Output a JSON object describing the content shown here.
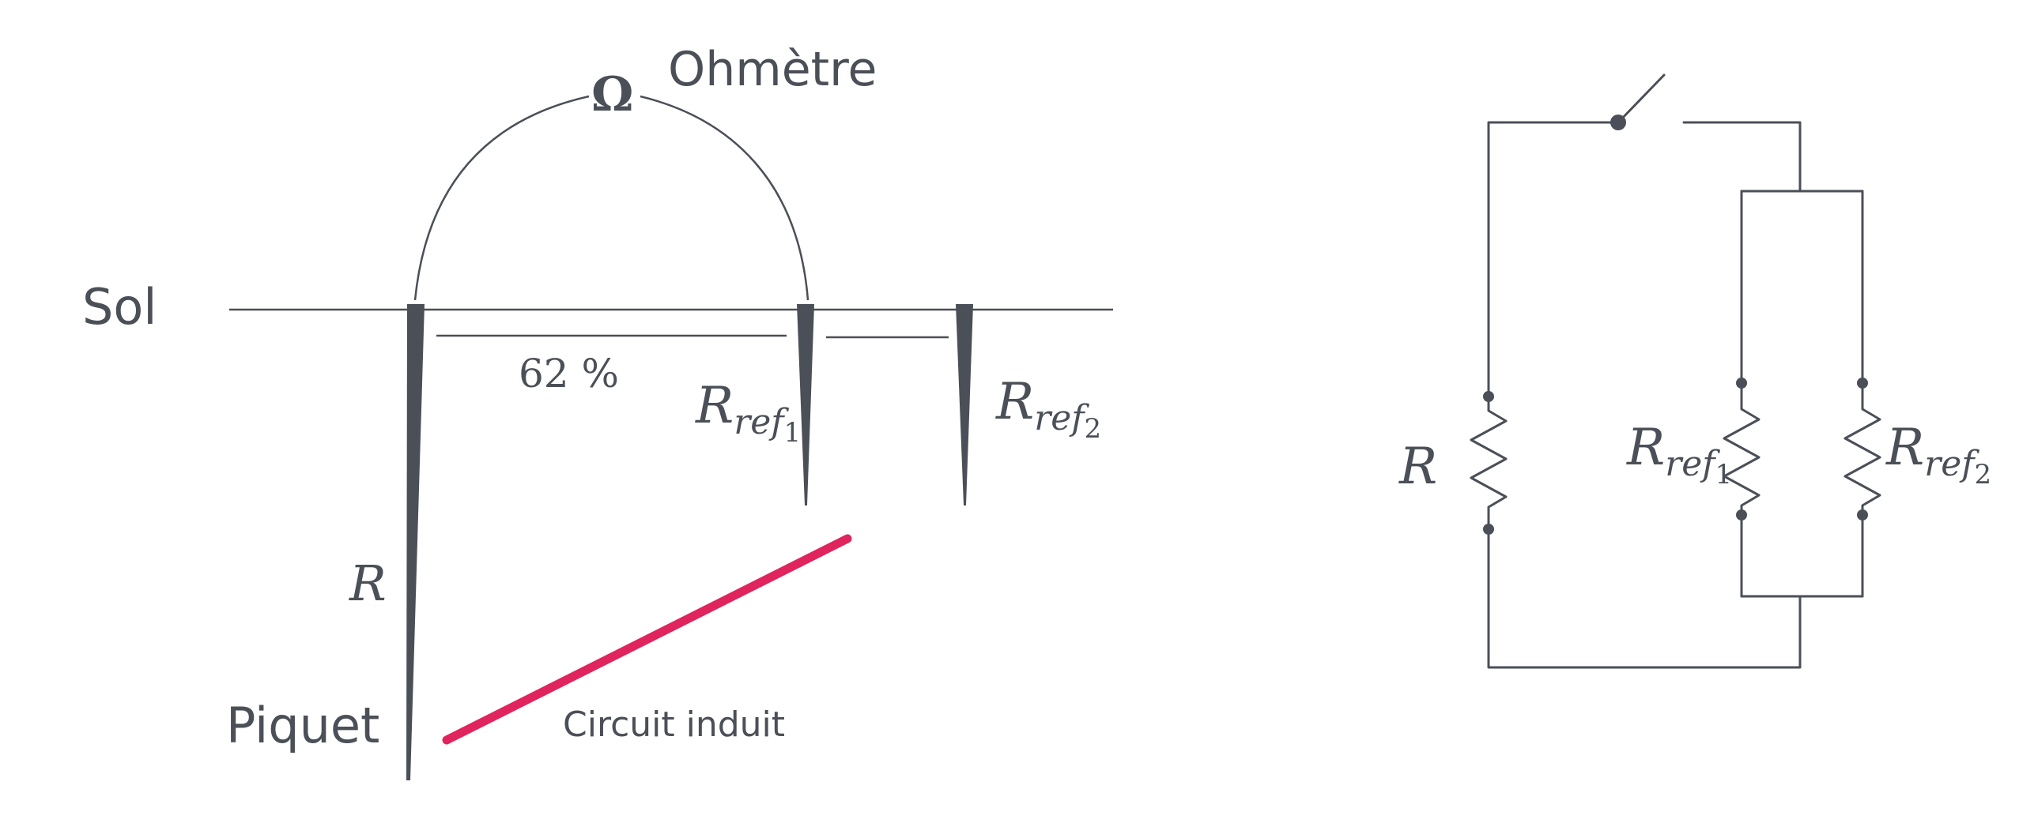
{
  "labels": {
    "sol": "Sol",
    "ohmmeter_symbol": "Ω",
    "ohmmeter": "Ohmètre",
    "percent": "62 %",
    "piquet": "Piquet",
    "circuit_induit": "Circuit induit",
    "r": "R",
    "r_base": "R",
    "ref_sub": "ref",
    "sub1": "1",
    "sub2": "2"
  },
  "colors": {
    "ink": "#4b4f57",
    "induced_circuit": "#e0245e"
  }
}
